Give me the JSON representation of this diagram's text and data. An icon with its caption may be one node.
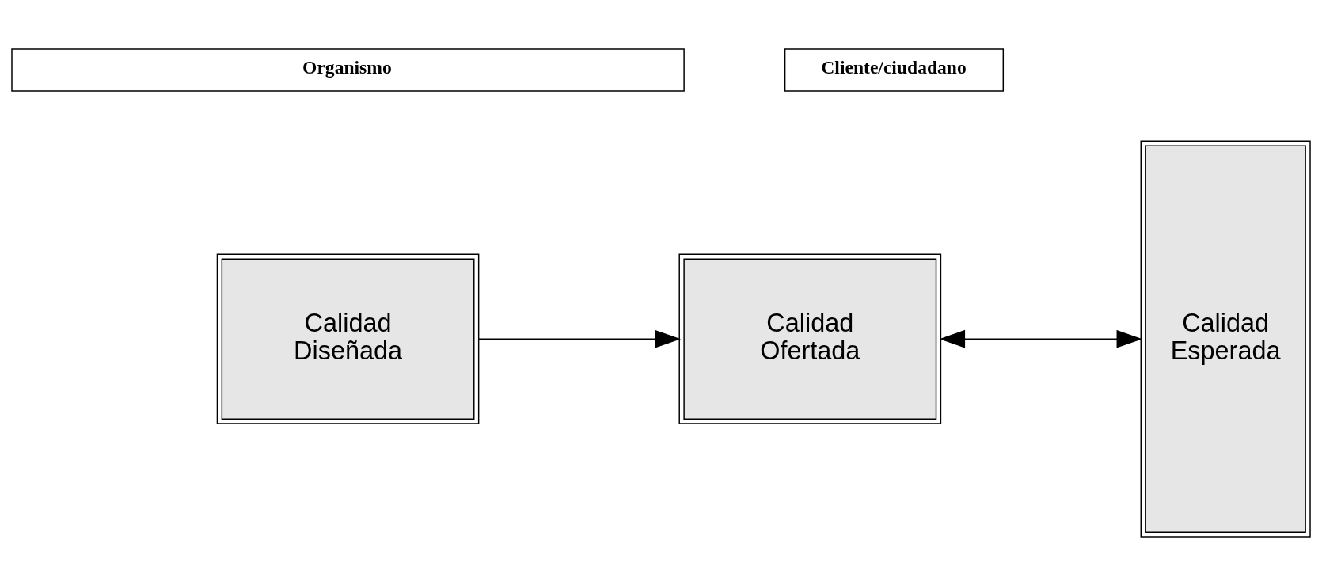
{
  "diagram": {
    "nodes": [
      {
        "text": [
          "Organismo"
        ]
      },
      {
        "text": [
          "Cliente/ciudadano"
        ]
      },
      {
        "text": [
          "Calidad Diseñada"
        ]
      },
      {
        "text": [
          "Calidad Ofertada"
        ]
      },
      {
        "text": [
          "Calidad Esperada"
        ]
      }
    ],
    "edges": [
      {
        "from": 2,
        "to": 3,
        "arrow": "to"
      },
      {
        "from": 3,
        "to": 4,
        "arrow": "both"
      }
    ]
  }
}
